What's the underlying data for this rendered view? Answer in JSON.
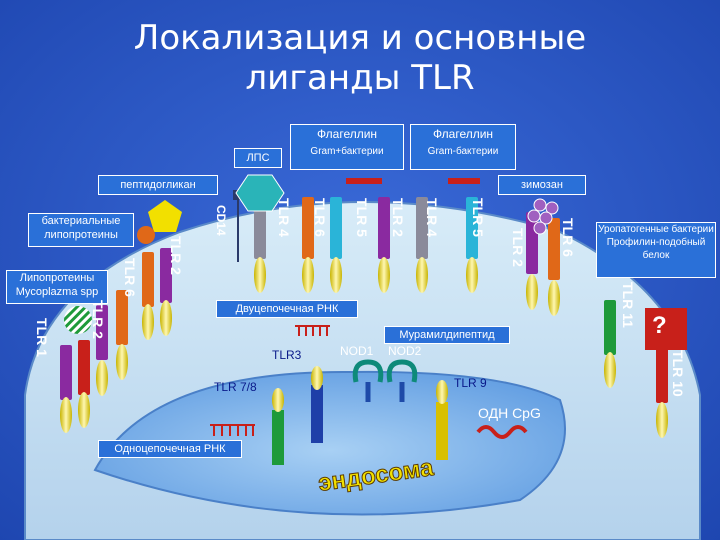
{
  "title": [
    "Локализация и основные",
    "лиганды TLR"
  ],
  "colors": {
    "background": "#2f5fd0",
    "cell": "#c8e0f0",
    "cell_border": "#5a8ac8",
    "endosome": "#7ab0e8",
    "endosome_label": "#f2e000",
    "red": "#d8201a",
    "green": "#1e7d2e",
    "blue": "#1e3fa8",
    "purple": "#7a2aa0",
    "orange": "#e06818"
  },
  "ligands": {
    "lps": "ЛПС",
    "flagellin_plus": "Флагеллин",
    "gram_plus": "Gram+бактерии",
    "flagellin_minus": "Флагеллин",
    "gram_minus": "Gram-бактерии",
    "peptidoglycan": "пептидогликан",
    "zymosan": "зимозан",
    "bacterial_lipoproteins": "бактериальные липопротеины",
    "mycoplasma_lipoproteins": "Липопротеины Mycoplazma spp",
    "uropathogenic": "Уропатогенные бактерии Профилин-подобный белок",
    "dsRNA": "Двуцепочечная РНК",
    "muramyl": "Мурамилдипептид",
    "ssRNA": "Одноцепочечная РНК",
    "cpg": "ОДН CpG",
    "endosome": "эндосома",
    "question": "?"
  },
  "receptors": {
    "tlr1": "TLR 1",
    "tlr2_a": "TLR 2",
    "tlr6_a": "TLR 6",
    "tlr2_b": "TLR 2",
    "cd14": "CD14",
    "tlr4_a": "TLR 4",
    "tlr6_b": "TLR 6",
    "tlr5_a": "TLR 5",
    "tlr2_c": "TLR 2",
    "tlr4_b": "TLR 4",
    "tlr5_b": "TLR 5",
    "tlr2_d": "TLR 2",
    "tlr6_c": "TLR 6",
    "tlr11": "TLR 11",
    "tlr10": "TLR 10",
    "tlr3": "TLR3",
    "tlr78": "TLR 7/8",
    "tlr9": "TLR 9",
    "nod1": "NOD1",
    "nod2": "NOD2"
  }
}
